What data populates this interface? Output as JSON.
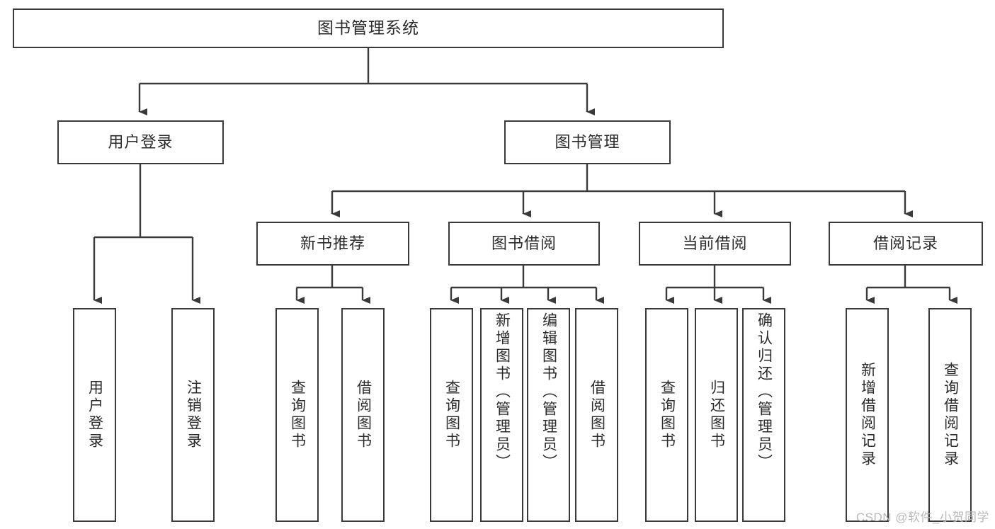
{
  "diagram": {
    "title": "图书管理系统",
    "type": "tree",
    "colors": {
      "stroke": "#3a3a3a",
      "fill": "#ffffff",
      "text": "#2b2b2b",
      "watermark": "#b9b9b9"
    },
    "nodes": {
      "root": {
        "label": "图书管理系统"
      },
      "level2": [
        {
          "label": "用户登录"
        },
        {
          "label": "图书管理"
        }
      ],
      "level3": [
        {
          "label": "新书推荐"
        },
        {
          "label": "图书借阅"
        },
        {
          "label": "当前借阅"
        },
        {
          "label": "借阅记录"
        }
      ],
      "leaves": {
        "user_login": [
          {
            "label": "用户登录"
          },
          {
            "label": "注销登录"
          }
        ],
        "new_book": [
          {
            "label": "查询图书"
          },
          {
            "label": "借阅图书"
          }
        ],
        "book_borrow": [
          {
            "label": "查询图书"
          },
          {
            "label": "新增图书（管理员）"
          },
          {
            "label": "编辑图书（管理员）"
          },
          {
            "label": "借阅图书"
          }
        ],
        "current_borrow": [
          {
            "label": "查询图书"
          },
          {
            "label": "归还图书"
          },
          {
            "label": "确认归还（管理员）"
          }
        ],
        "borrow_record": [
          {
            "label": "新增借阅记录"
          },
          {
            "label": "查询借阅记录"
          }
        ]
      }
    },
    "watermark": "CSDN @软件_小贺同学"
  }
}
